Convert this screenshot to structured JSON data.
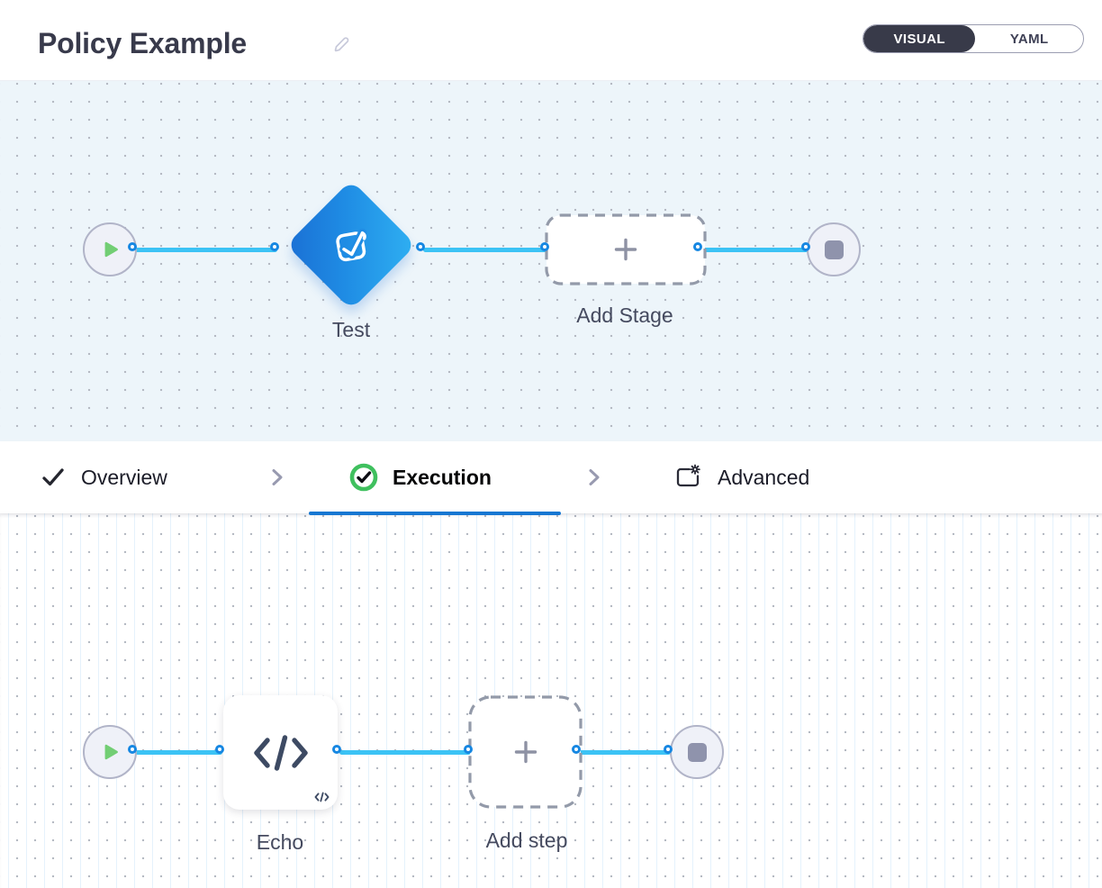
{
  "header": {
    "title": "Policy Example",
    "view_toggle": {
      "options": [
        {
          "label": "VISUAL",
          "selected": true
        },
        {
          "label": "YAML",
          "selected": false
        }
      ]
    }
  },
  "stage_pipeline": {
    "start_node_icon": "play-icon",
    "stage": {
      "label": "Test",
      "icon": "approval-check-square-icon"
    },
    "add_stage_label": "Add Stage",
    "end_node_icon": "stop-icon"
  },
  "tab_bar": {
    "tabs": [
      {
        "label": "Overview",
        "icon": "check-icon",
        "active": false
      },
      {
        "label": "Execution",
        "icon": "check-circle-green-icon",
        "active": true
      },
      {
        "label": "Advanced",
        "icon": "settings-square-gear-icon",
        "active": false
      }
    ]
  },
  "step_pipeline": {
    "start_node_icon": "play-icon",
    "step": {
      "label": "Echo",
      "icon": "code-icon",
      "badge": "</>"
    },
    "add_step_label": "Add step",
    "end_node_icon": "stop-icon"
  },
  "colors": {
    "connector_blue": "#3cc3f5",
    "port_border_blue": "#1687e2",
    "active_tab_underline": "#1677d2",
    "diamond_gradient_start": "#2fb0f2",
    "diamond_gradient_end": "#1a6fd4",
    "play_green": "#72ce74",
    "execution_check_green": "#3fc05e",
    "node_gray": "#8f93ac",
    "canvas_top_bg": "#edf5fa",
    "toggle_selected_bg": "#383a49"
  }
}
